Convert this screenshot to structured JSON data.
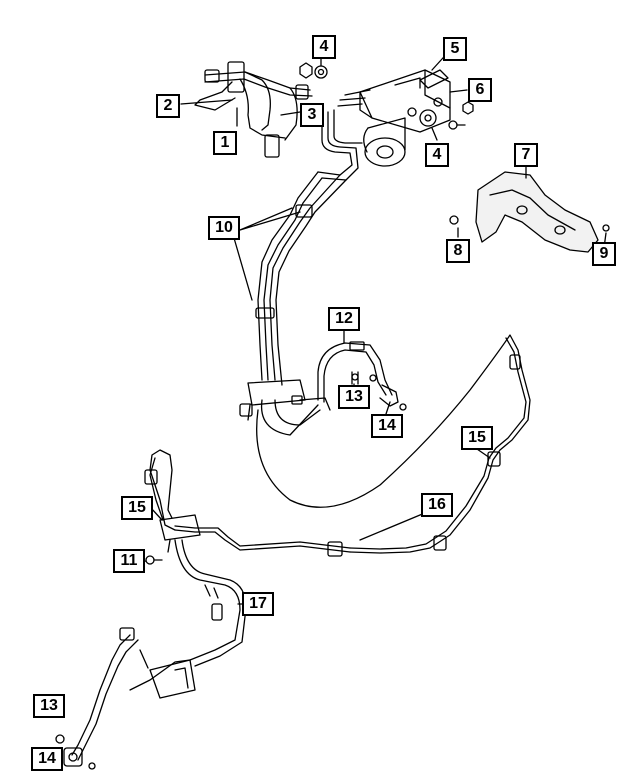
{
  "diagram": {
    "line_color": "#000000",
    "background": "#ffffff",
    "callouts": [
      {
        "id": "c1",
        "label": "1"
      },
      {
        "id": "c2",
        "label": "2"
      },
      {
        "id": "c3",
        "label": "3"
      },
      {
        "id": "c4a",
        "label": "4"
      },
      {
        "id": "c4b",
        "label": "4"
      },
      {
        "id": "c5",
        "label": "5"
      },
      {
        "id": "c6",
        "label": "6"
      },
      {
        "id": "c7",
        "label": "7"
      },
      {
        "id": "c8",
        "label": "8"
      },
      {
        "id": "c9",
        "label": "9"
      },
      {
        "id": "c10",
        "label": "10"
      },
      {
        "id": "c11",
        "label": "11"
      },
      {
        "id": "c12",
        "label": "12"
      },
      {
        "id": "c13a",
        "label": "13"
      },
      {
        "id": "c13b",
        "label": "13"
      },
      {
        "id": "c14a",
        "label": "14"
      },
      {
        "id": "c14b",
        "label": "14"
      },
      {
        "id": "c15a",
        "label": "15"
      },
      {
        "id": "c15b",
        "label": "15"
      },
      {
        "id": "c16",
        "label": "16"
      },
      {
        "id": "c17",
        "label": "17"
      }
    ]
  }
}
